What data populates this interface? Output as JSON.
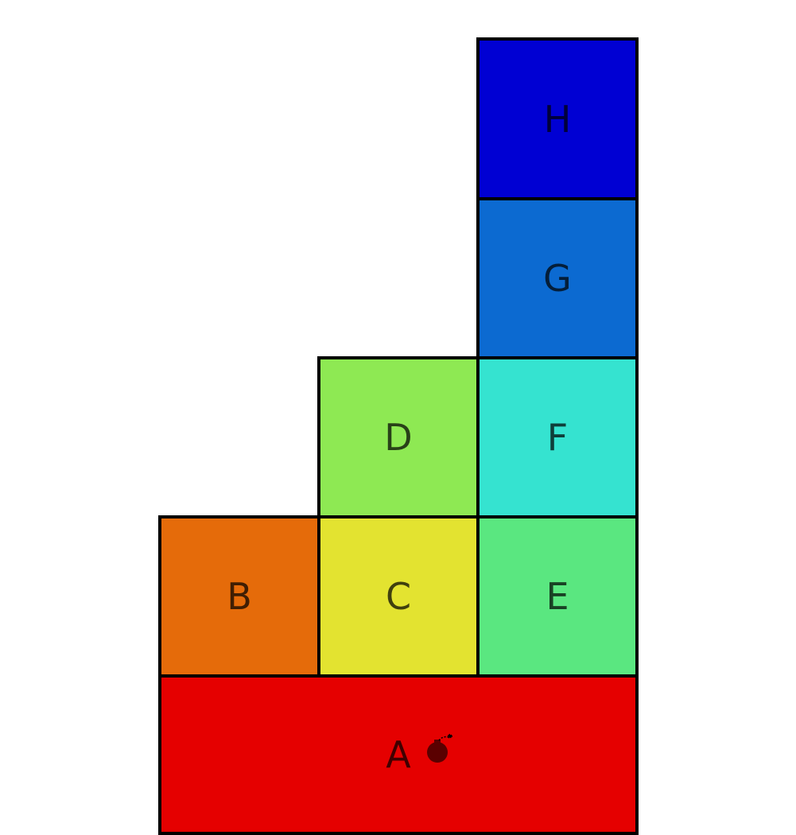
{
  "blocks": [
    {
      "id": "a",
      "label": "A",
      "color": "#e50000",
      "has_bomb": true
    },
    {
      "id": "b",
      "label": "B",
      "color": "#e56b0a"
    },
    {
      "id": "c",
      "label": "C",
      "color": "#e3e330"
    },
    {
      "id": "d",
      "label": "D",
      "color": "#8ee953"
    },
    {
      "id": "e",
      "label": "E",
      "color": "#5ae780"
    },
    {
      "id": "f",
      "label": "F",
      "color": "#35e3d0"
    },
    {
      "id": "g",
      "label": "G",
      "color": "#0c6ad1"
    },
    {
      "id": "h",
      "label": "H",
      "color": "#0000d3"
    }
  ],
  "icons": {
    "bomb": "bomb-icon",
    "bomb_color": "#5a0000"
  }
}
